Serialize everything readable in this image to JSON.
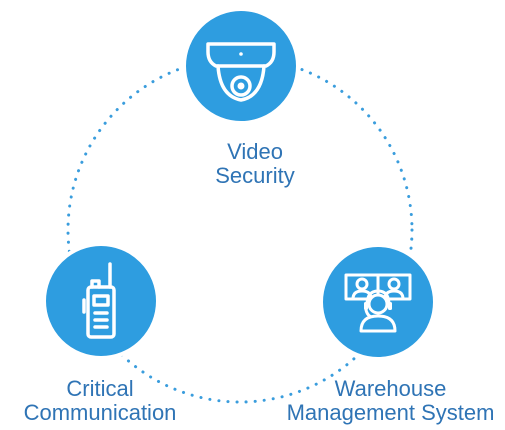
{
  "colors": {
    "accent": "#2e9de0",
    "label": "#2f74b5",
    "dots": "#3a9ddd",
    "icon_line": "#ffffff"
  },
  "nodes": [
    {
      "id": "video-security",
      "icon": "security-camera-icon",
      "label_lines": [
        "Video",
        "Security"
      ]
    },
    {
      "id": "critical-communication",
      "icon": "two-way-radio-icon",
      "label_lines": [
        "Critical",
        "Communication"
      ]
    },
    {
      "id": "warehouse-management-system",
      "icon": "operator-with-monitors-icon",
      "label_lines": [
        "Warehouse",
        "Management System"
      ]
    }
  ],
  "connector": {
    "style": "dotted-circle",
    "icon": "dotted-ring"
  }
}
